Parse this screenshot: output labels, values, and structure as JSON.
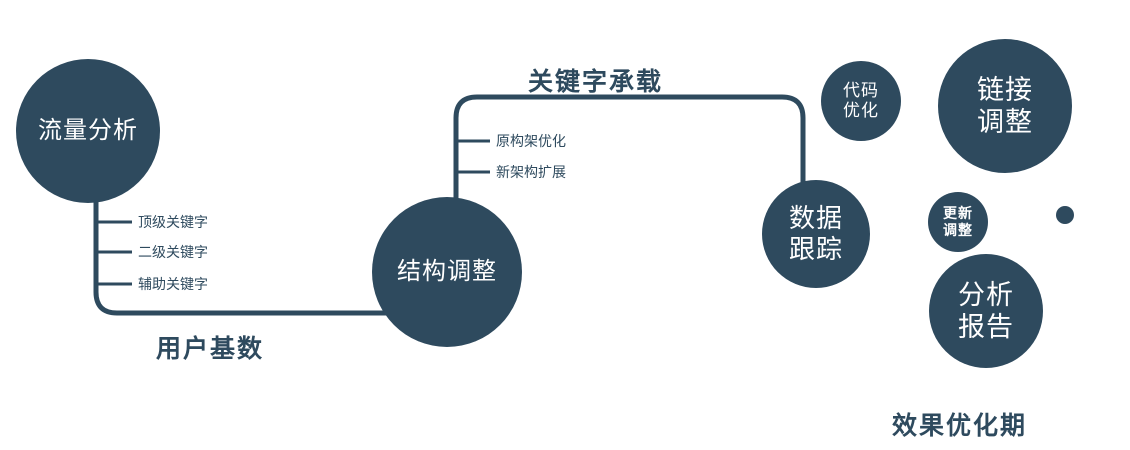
{
  "diagram": {
    "background_color": "#ffffff",
    "accent_color": "#2e4a5e",
    "circles": {
      "traffic": {
        "label": "流量分析"
      },
      "structure": {
        "label": "结构调整"
      },
      "tracking": {
        "label": "数据\n跟踪"
      },
      "code": {
        "label": "代码\n优化"
      },
      "link": {
        "label": "链接\n调整"
      },
      "update": {
        "label": "更新\n调整"
      },
      "report": {
        "label": "分析\n报告"
      }
    },
    "branch_labels_left": [
      "顶级关键字",
      "二级关键字",
      "辅助关键字"
    ],
    "branch_labels_mid": [
      "原构架优化",
      "新架构扩展"
    ],
    "edge_labels": {
      "user_base": "用户基数",
      "keyword_load": "关键字承载"
    },
    "caption": "效果优化期"
  }
}
